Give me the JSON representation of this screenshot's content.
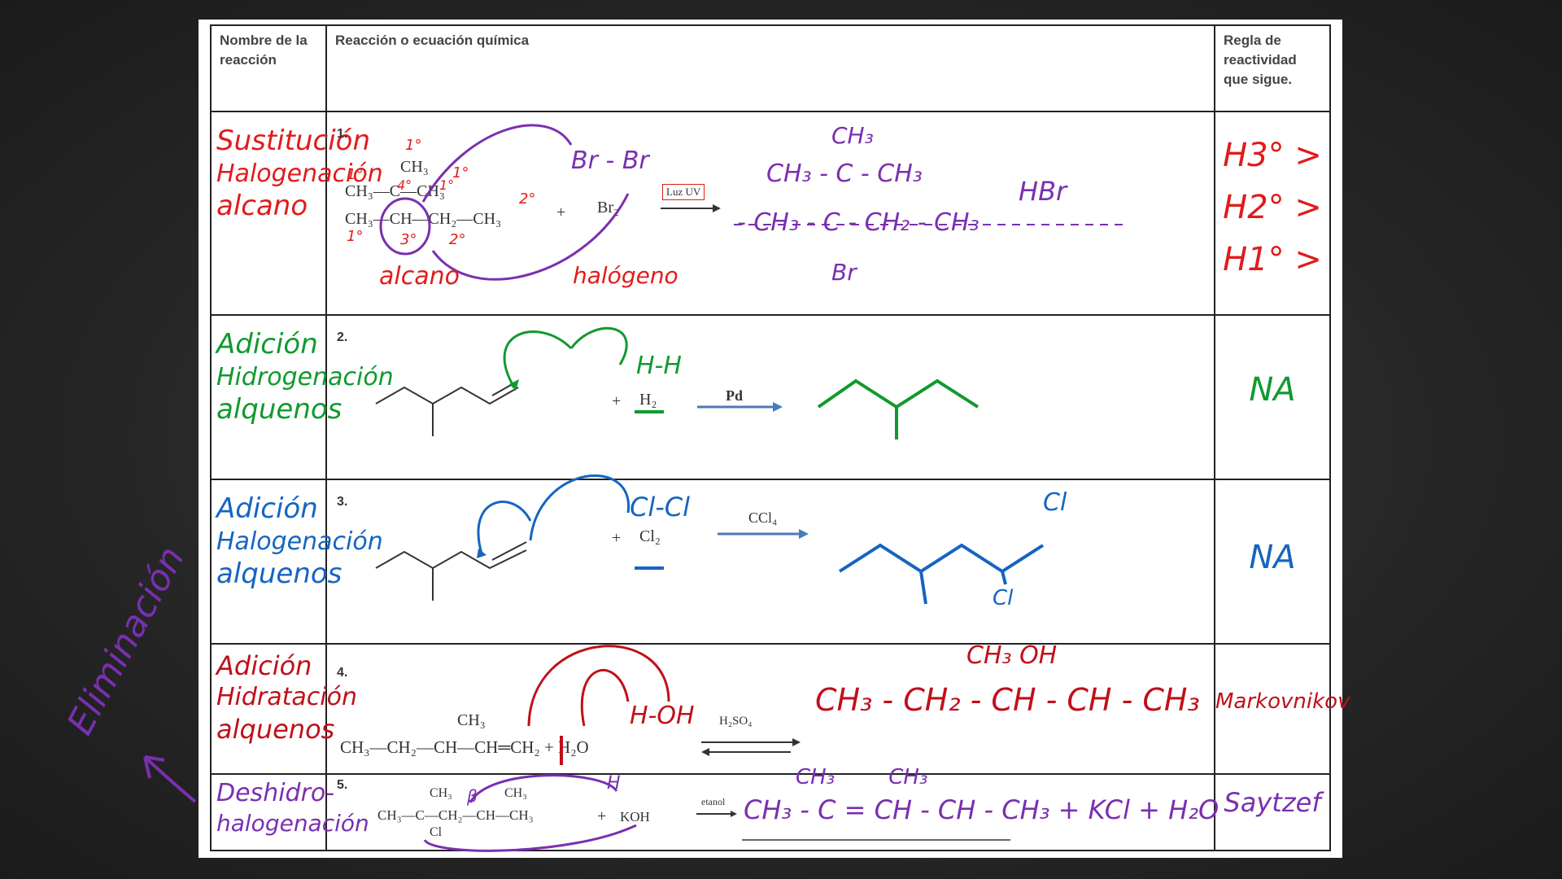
{
  "header": {
    "col1": "Nombre de la reacción",
    "col2": "Reacción o ecuación química",
    "col3": "Regla de reactividad que sigue."
  },
  "colors": {
    "red": "#e11b1b",
    "green": "#109a2e",
    "blue": "#1565c0",
    "dark_red": "#c0101a",
    "purple": "#7a2fb0"
  },
  "side_note": "Eliminación",
  "rows": [
    {
      "num": "1.",
      "name": [
        "Sustitución",
        "Halogenación",
        "alcano"
      ],
      "rule": [
        "H3° >",
        "H2° >",
        "H1° >"
      ],
      "printed": {
        "ch3_top": "CH₃",
        "line_a": "CH₃—C—CH₃",
        "line_b": "CH₃—CH—CH₂—CH₃",
        "plus": "+",
        "reagent": "Br₂",
        "arrow_label": "Luz UV"
      },
      "annotations": {
        "bromine": "Br - Br",
        "alcano": "alcano",
        "halogeno": "halógeno",
        "degrees": [
          "1°",
          "1°",
          "1°",
          "4°",
          "1°",
          "2°",
          "1°",
          "3°",
          "2°"
        ],
        "product": {
          "top": "CH₃",
          "mid": "CH₃ - C - CH₃",
          "main": "- CH₃ - C - CH₂ - CH₃",
          "br": "Br",
          "hbr": "HBr"
        }
      }
    },
    {
      "num": "2.",
      "name": [
        "Adición",
        "Hidrogenación",
        "alquenos"
      ],
      "rule": [
        "NA"
      ],
      "printed": {
        "plus": "+",
        "reagent": "H₂",
        "arrow_label": "Pd"
      },
      "annotations": {
        "hh": "H-H"
      }
    },
    {
      "num": "3.",
      "name": [
        "Adición",
        "Halogenación",
        "alquenos"
      ],
      "rule": [
        "NA"
      ],
      "printed": {
        "plus": "+",
        "reagent": "Cl₂",
        "arrow_label": "CCl₄"
      },
      "annotations": {
        "clcl": "Cl-Cl",
        "cl_top": "Cl",
        "cl_bottom": "Cl"
      }
    },
    {
      "num": "4.",
      "name": [
        "Adición",
        "Hidratación",
        "alquenos"
      ],
      "rule": [
        "Markovnikov"
      ],
      "printed": {
        "ch3_top": "CH₃",
        "equation": "CH₃—CH₂—CH—CH═CH₂ + H₂O",
        "arrow_label": "H₂SO₄"
      },
      "annotations": {
        "hoh": "H-OH",
        "product_top": "CH₃  OH",
        "product": "CH₃ - CH₂ - CH - CH - CH₃"
      }
    },
    {
      "num": "5.",
      "name": [
        "Deshidro-",
        "halogenación"
      ],
      "rule": [
        "Saytzef"
      ],
      "printed": {
        "ch3_top_1": "CH₃",
        "ch3_top_2": "CH₃",
        "equation": "CH₃—C—CH₂—CH—CH₃",
        "cl": "Cl",
        "plus": "+",
        "reagent": "KOH",
        "arrow_label": "etanol"
      },
      "annotations": {
        "h": "H",
        "beta": "β",
        "product_top": "CH₃        CH₃",
        "product": "CH₃ - C = CH - CH - CH₃ + KCl + H₂O"
      }
    }
  ]
}
